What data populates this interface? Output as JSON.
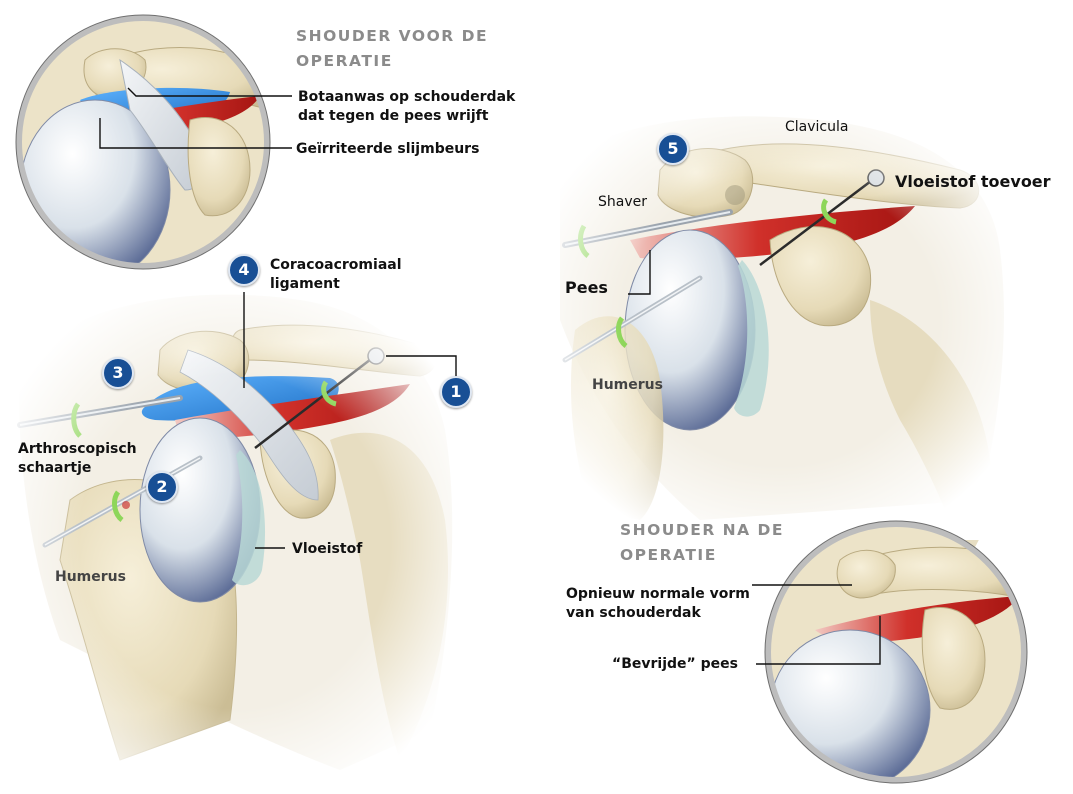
{
  "before": {
    "title_line1": "SHOUDER VOOR DE",
    "title_line2": "OPERATIE",
    "bone_spur_line1": "Botaanwas op schouderdak",
    "bone_spur_line2": "dat tegen de pees wrijft",
    "bursa": "Geïrriteerde slijmbeurs"
  },
  "procedure_left": {
    "ligament_line1": "Coracoacromiaal",
    "ligament_line2": "ligament",
    "scissors_line1": "Arthroscopisch",
    "scissors_line2": "schaartje",
    "humerus": "Humerus",
    "fluid": "Vloeistof",
    "steps": [
      "1",
      "2",
      "3",
      "4"
    ]
  },
  "procedure_right": {
    "step": "5",
    "clavicula": "Clavicula",
    "fluid_supply": "Vloeistof toevoer",
    "shaver": "Shaver",
    "tendon": "Pees",
    "humerus": "Humerus"
  },
  "after": {
    "title_line1": "SHOUDER NA DE",
    "title_line2": "OPERATIE",
    "normal_shape_line1": "Opnieuw normale vorm",
    "normal_shape_line2": "van schouderdak",
    "freed_tendon": "“Bevrijde” pees"
  },
  "colors": {
    "bone": "#ebe1c3",
    "tendon": "#cf2c28",
    "bursa": "#2f8ee0",
    "badge": "#184f95",
    "instrument": "#8ed65a"
  }
}
